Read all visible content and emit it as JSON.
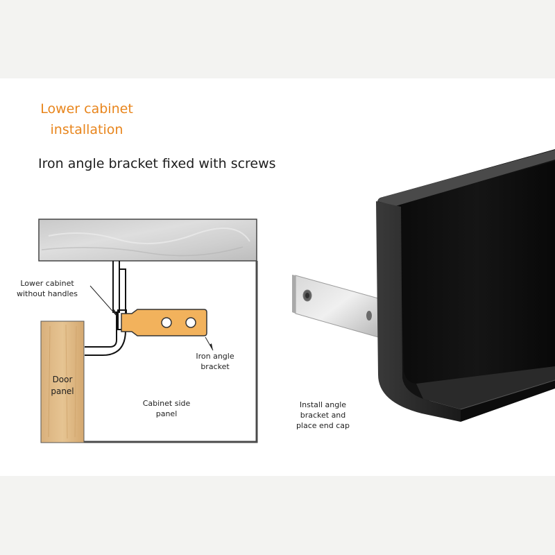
{
  "heading": {
    "title_line1": "Lower cabinet",
    "title_line2": "installation",
    "subtitle": "Iron angle bracket fixed with screws"
  },
  "diagram": {
    "label_cabinet_line1": "Lower cabinet",
    "label_cabinet_line2": "without handles",
    "label_bracket_line1": "Iron angle",
    "label_bracket_line2": "bracket",
    "label_door_line1": "Door",
    "label_door_line2": "panel",
    "label_side_line1": "Cabinet side",
    "label_side_line2": "panel"
  },
  "product": {
    "caption_line1": "Install angle",
    "caption_line2": "bracket and",
    "caption_line3": "place end cap"
  },
  "colors": {
    "accent": "#e8851c",
    "bracket": "#f2b25c",
    "profile": "#111111"
  }
}
